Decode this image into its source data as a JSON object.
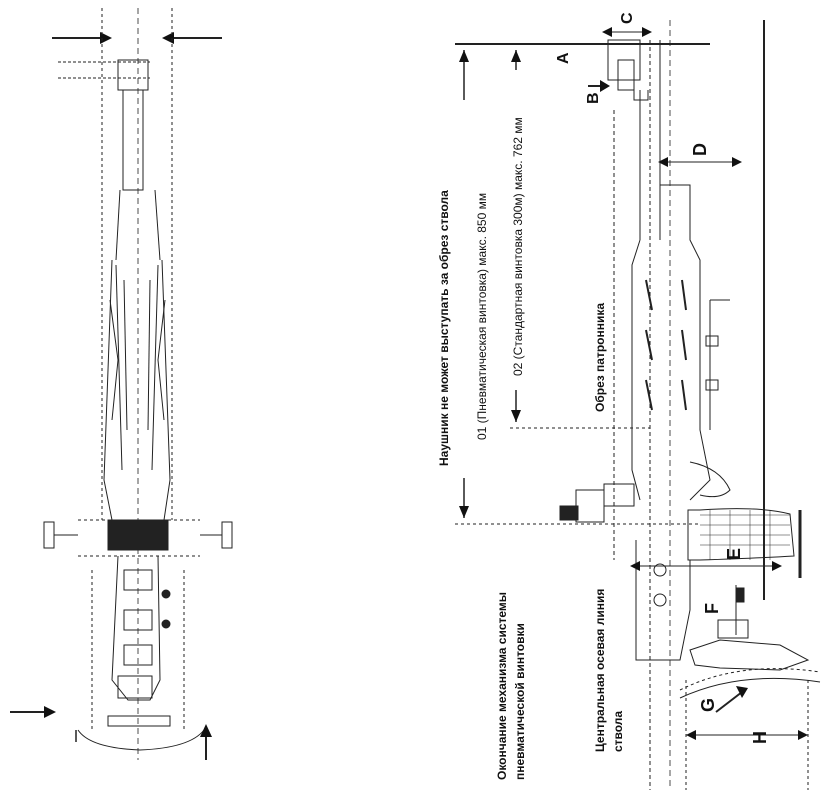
{
  "labels": {
    "A": "A",
    "B": "B",
    "C": "C",
    "D": "D",
    "E": "E",
    "F": "F",
    "G": "G",
    "H": "H",
    "earpiece_limit": "Наушник не может выступать за обрез ствола",
    "air_rifle_max": "01 (Пневматическая винтовка) макс. 850 мм",
    "standard_rifle_max": "02 (Стандартная винтовка 300м) макс. 762 мм",
    "chamber_edge": "Обрез патронника",
    "mechanism_end_line1": "Окончание механизма системы",
    "mechanism_end_line2": "пневматической винтовки",
    "center_axis_line1": "Центральная осевая линия",
    "center_axis_line2": "ствола"
  }
}
